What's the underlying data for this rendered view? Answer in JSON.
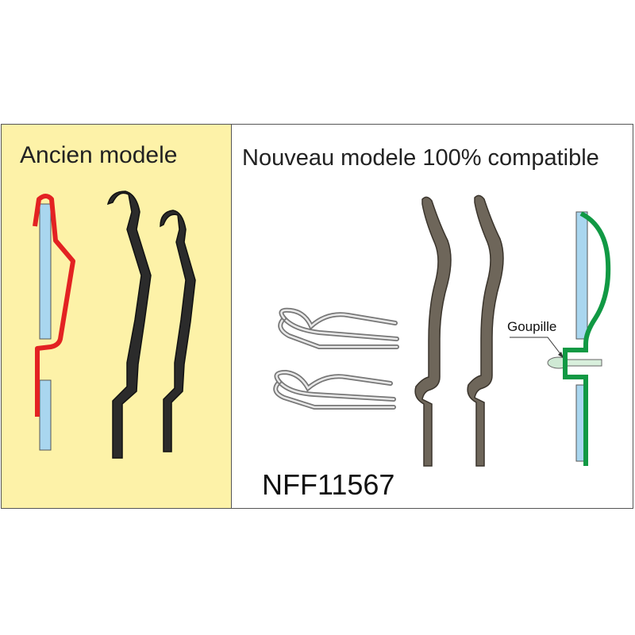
{
  "left_panel": {
    "title": "Ancien modele",
    "background": "#fdf2a8",
    "profile_color": "#e32222",
    "plate_color": "#a9d6ef"
  },
  "right_panel": {
    "title": "Nouveau modele 100% compatible",
    "standard_code": "NFF11567",
    "pin_label": "Goupille",
    "profile_color": "#119944",
    "plate_color": "#a9d6ef"
  }
}
